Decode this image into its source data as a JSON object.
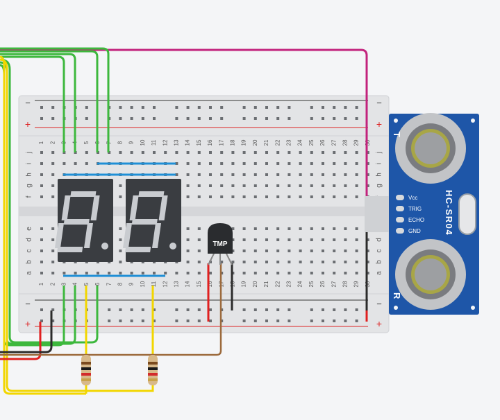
{
  "breadboard": {
    "rail_minus": "−",
    "rail_plus": "+",
    "row_labels_top": [
      "j",
      "i",
      "h",
      "g",
      "f"
    ],
    "row_labels_bottom": [
      "e",
      "d",
      "c",
      "b",
      "a"
    ],
    "column_numbers": [
      "1",
      "2",
      "3",
      "4",
      "5",
      "6",
      "7",
      "8",
      "9",
      "10",
      "11",
      "12",
      "13",
      "14",
      "15",
      "16",
      "17",
      "18",
      "19",
      "20",
      "21",
      "22",
      "23",
      "24",
      "25",
      "26",
      "27",
      "28",
      "29",
      "30"
    ]
  },
  "temperature_sensor": {
    "label": "TMP"
  },
  "ultrasonic_sensor": {
    "model": "HC-SR04",
    "transducer_left_label": "T",
    "transducer_right_label": "R",
    "pins": [
      "Vcc",
      "TRIG",
      "ECHO",
      "GND"
    ]
  },
  "seven_segment_displays": [
    {
      "digit": "8",
      "decimal_point": true
    },
    {
      "digit": "8",
      "decimal_point": true
    }
  ],
  "resistors": [
    {
      "bands": [
        "#7a4a1e",
        "#1a1a1a",
        "#d22b2b",
        "#c8a24b"
      ]
    },
    {
      "bands": [
        "#7a4a1e",
        "#1a1a1a",
        "#d22b2b",
        "#c8a24b"
      ]
    }
  ],
  "colors": {
    "wire_green": "#3db83d",
    "wire_yellow": "#f2d600",
    "wire_red": "#e02020",
    "wire_black": "#2b2b2b",
    "wire_magenta": "#c2227c",
    "wire_brown": "#9c6a3c",
    "jumper_blue": "#1f8fd6",
    "sensor_board": "#1e56a8",
    "display_body": "#3a3d41",
    "segment_gray": "#c9ccd0"
  }
}
